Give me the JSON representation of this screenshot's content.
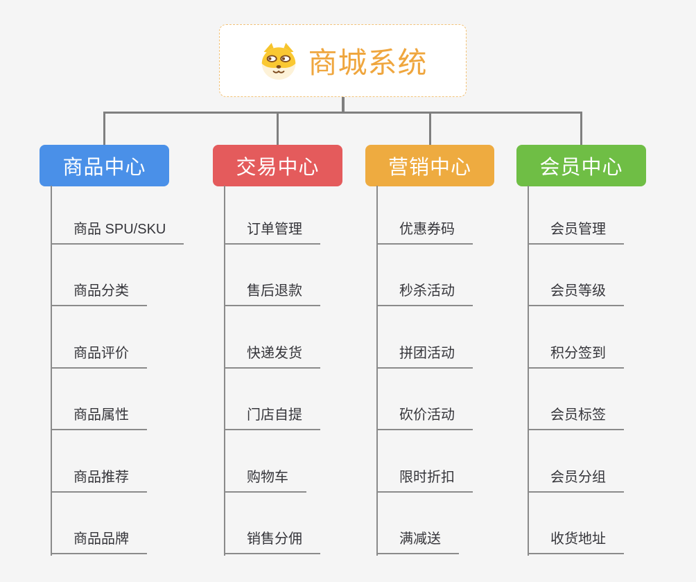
{
  "canvas": {
    "background": "#f5f5f5",
    "connector_color": "#7f7f7f",
    "leaf_line_color": "#8a8a8a",
    "leaf_text_color": "#35353a"
  },
  "root": {
    "title": "商城系统",
    "icon": "dog-icon",
    "text_color": "#efa63e",
    "border_color": "#f2c277",
    "background": "#ffffff"
  },
  "branches": [
    {
      "label": "商品中心",
      "color": "#4a90e8",
      "children": [
        "商品 SPU/SKU",
        "商品分类",
        "商品评价",
        "商品属性",
        "商品推荐",
        "商品品牌"
      ]
    },
    {
      "label": "交易中心",
      "color": "#e45b5c",
      "children": [
        "订单管理",
        "售后退款",
        "快递发货",
        "门店自提",
        "购物车",
        "销售分佣"
      ]
    },
    {
      "label": "营销中心",
      "color": "#eeab40",
      "children": [
        "优惠券码",
        "秒杀活动",
        "拼团活动",
        "砍价活动",
        "限时折扣",
        "满减送"
      ]
    },
    {
      "label": "会员中心",
      "color": "#6fbe45",
      "children": [
        "会员管理",
        "会员等级",
        "积分签到",
        "会员标签",
        "会员分组",
        "收货地址"
      ]
    }
  ]
}
